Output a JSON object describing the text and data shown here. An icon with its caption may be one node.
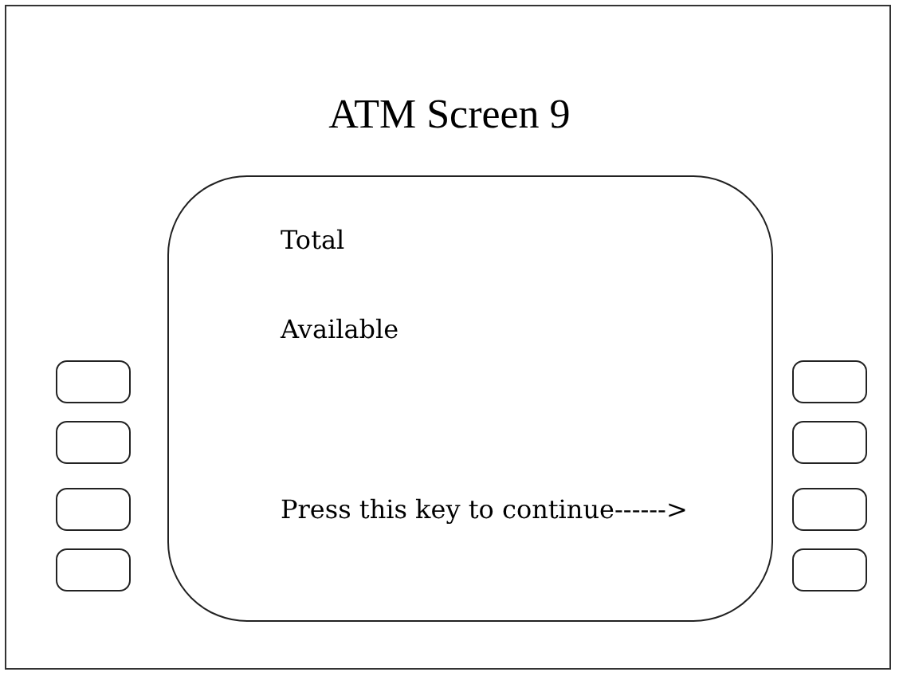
{
  "diagram": {
    "title": "ATM Screen 9",
    "nodes": [
      {
        "text": [
          "Total",
          "Available",
          "Press this key to continue------>"
        ]
      },
      {
        "text": [],
        "shape": "box"
      },
      {
        "text": [],
        "shape": "box"
      },
      {
        "text": [],
        "shape": "box"
      },
      {
        "text": [],
        "shape": "box"
      },
      {
        "text": [],
        "shape": "box"
      },
      {
        "text": [],
        "shape": "box"
      },
      {
        "text": [],
        "shape": "box"
      },
      {
        "text": [],
        "shape": "box"
      }
    ]
  }
}
